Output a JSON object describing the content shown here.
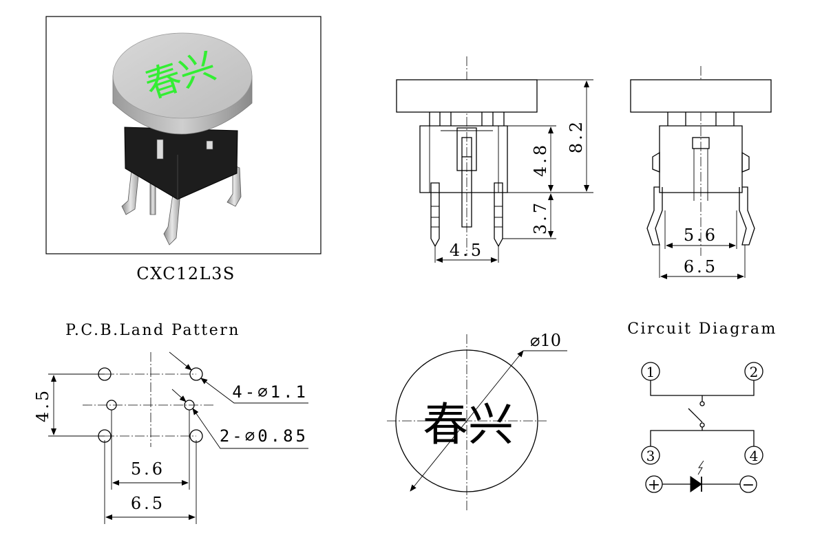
{
  "product": {
    "model": "CXC12L3S",
    "cap_brand": "春兴",
    "cap_text_color": "#33ee33",
    "cap_color": "#c6c6c6",
    "body_color": "#1a1a1a"
  },
  "front_view": {
    "dims": {
      "overall_height": "8.2",
      "body_height": "4.8",
      "pin_length": "3.7",
      "pin_spacing": "4.5"
    }
  },
  "side_view": {
    "dims": {
      "inner_width": "5.6",
      "outer_width": "6.5"
    }
  },
  "pcb_land_pattern": {
    "title": "P.C.B.Land Pattern",
    "dims": {
      "vertical": "4.5",
      "inner_width": "5.6",
      "outer_width": "6.5"
    },
    "labels": {
      "large_holes": "4-⌀1.1",
      "small_holes": "2-⌀0.85"
    }
  },
  "top_view": {
    "diameter": "⌀10",
    "text": "春兴"
  },
  "circuit_diagram": {
    "title": "Circuit Diagram",
    "pins": [
      "1",
      "2",
      "3",
      "4"
    ],
    "led_plus": "+",
    "led_minus": "−"
  }
}
